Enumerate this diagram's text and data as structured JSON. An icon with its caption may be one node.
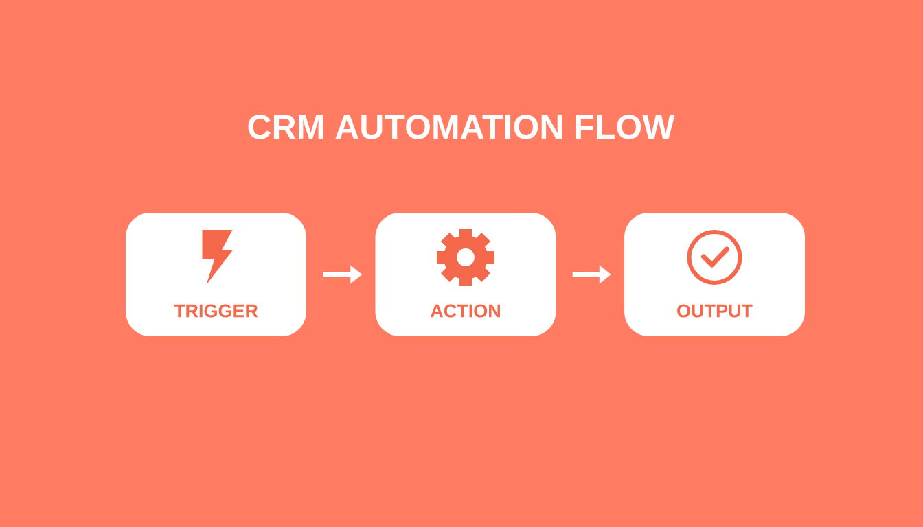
{
  "diagram": {
    "title": "CRM AUTOMATION FLOW",
    "nodes": [
      {
        "text": [
          "TRIGGER"
        ]
      },
      {
        "text": [
          "ACTION"
        ]
      },
      {
        "text": [
          "OUTPUT"
        ]
      }
    ],
    "edges": [
      {
        "from": 0,
        "to": 1,
        "arrow": "to"
      },
      {
        "from": 1,
        "to": 2,
        "arrow": "to"
      }
    ]
  }
}
